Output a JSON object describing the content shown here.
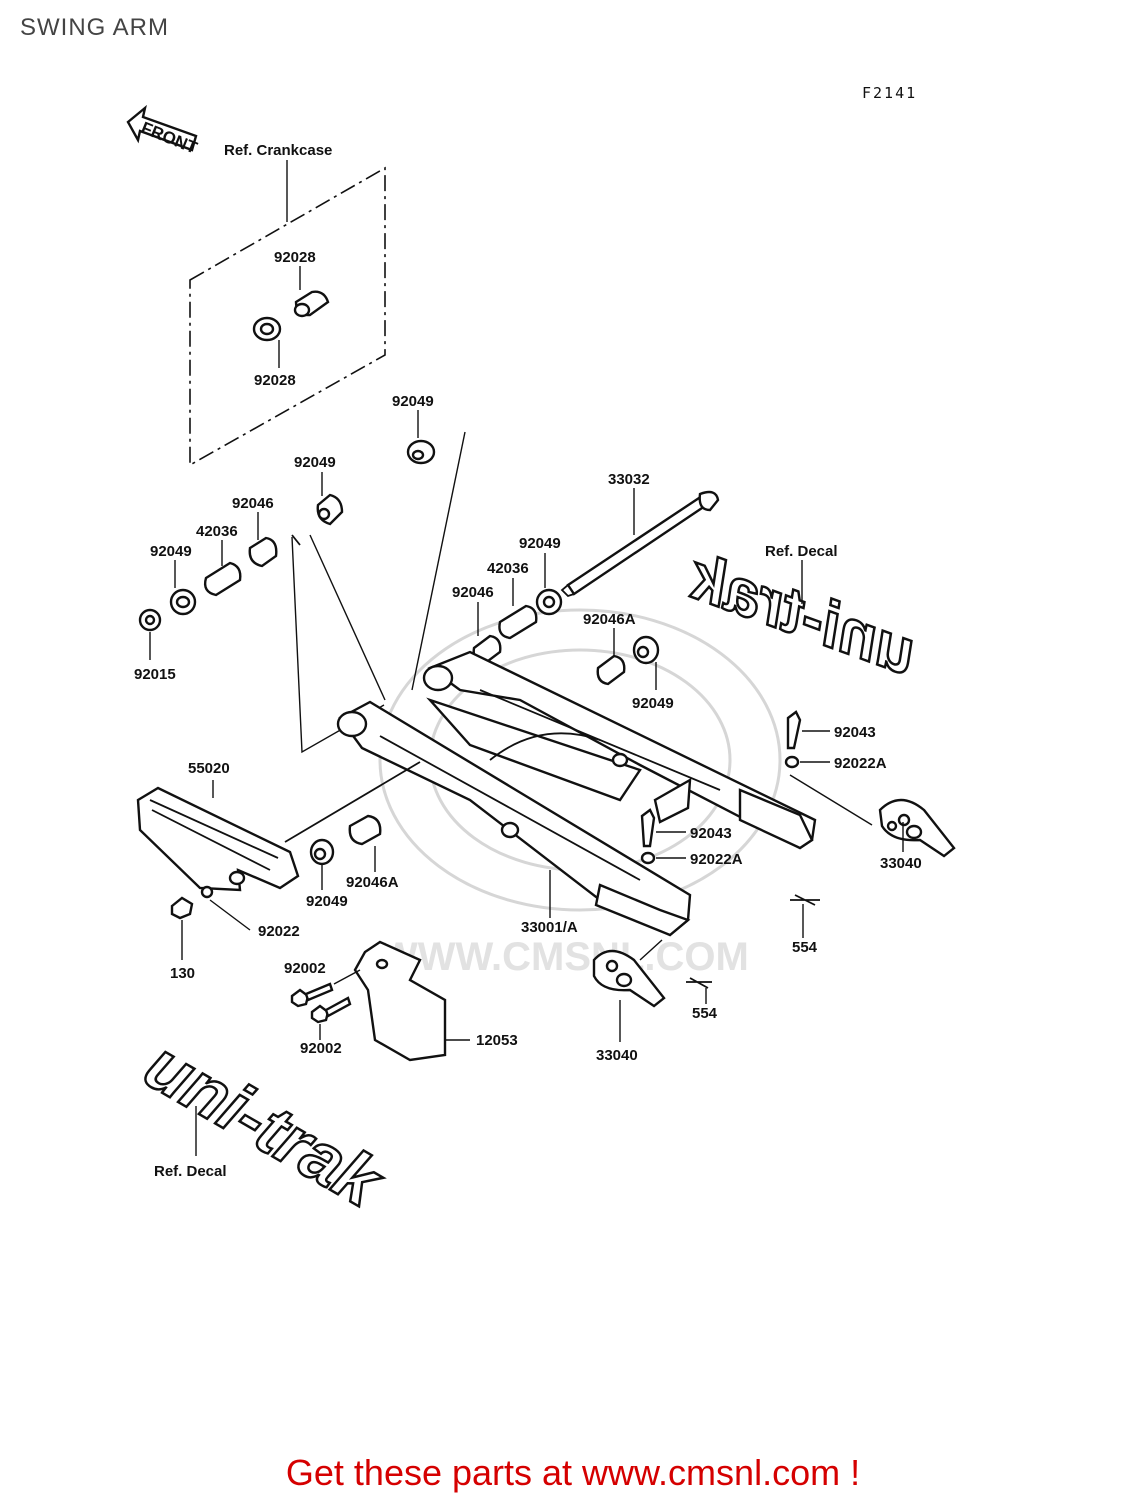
{
  "title": "SWING ARM",
  "figure_code": "F2141",
  "front_label": "FRONT",
  "watermark": "WWW.CMSNL.COM",
  "refs": {
    "crankcase": "Ref. Crankcase",
    "decal_right": "Ref. Decal",
    "decal_left": "Ref. Decal"
  },
  "decal_text": "uni-trak",
  "part_labels": [
    "92028",
    "92028",
    "92049",
    "92049",
    "33032",
    "92046",
    "42036",
    "92049",
    "92015",
    "92049",
    "42036",
    "92046",
    "92049",
    "92046A",
    "92049",
    "92043",
    "92022A",
    "55020",
    "92043",
    "92022A",
    "33040",
    "92049",
    "92046A",
    "33001/A",
    "554",
    "130",
    "92022",
    "92002",
    "92002",
    "12053",
    "33040",
    "554"
  ],
  "footer": "Get these parts at www.cmsnl.com !"
}
